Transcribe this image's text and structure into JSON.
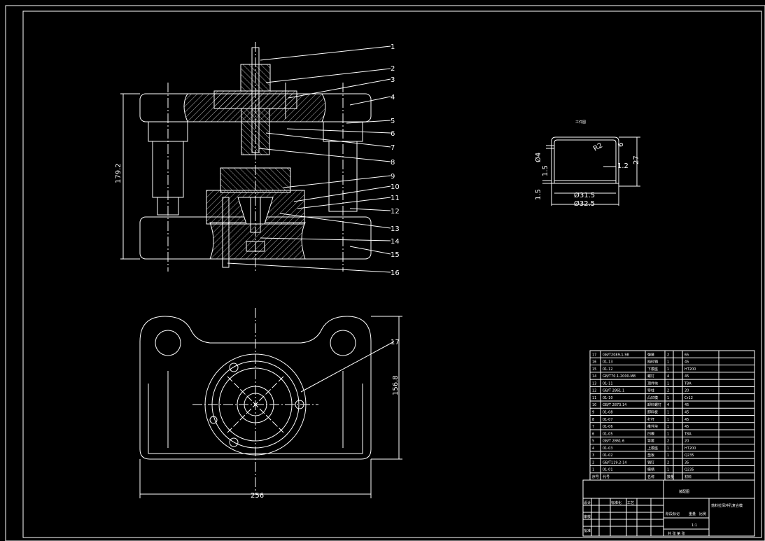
{
  "drawing": {
    "part_leaders": [
      "1",
      "2",
      "3",
      "4",
      "5",
      "6",
      "7",
      "8",
      "9",
      "10",
      "11",
      "12",
      "13",
      "14",
      "15",
      "16",
      "17"
    ],
    "dimensions": {
      "height_front": "179.2",
      "height_plan": "156.8",
      "width_plan": "256",
      "dia_inner": "Ø31.5",
      "dia_outer": "Ø32.5",
      "height_part": "27",
      "radius": "R2",
      "thick_1": "1.5",
      "thick_2": "1.5",
      "dim_6": "6",
      "dim_12": "1.2",
      "dim_4": "Ø4"
    },
    "part_view_label": "工件图"
  },
  "bom": {
    "rows": [
      {
        "no": "17",
        "code": "GB/T2089.1-98",
        "name": "弹簧",
        "qty": "2",
        "mat": "65"
      },
      {
        "no": "16",
        "code": "01-13",
        "name": "挡料销",
        "qty": "1",
        "mat": "45"
      },
      {
        "no": "15",
        "code": "01-12",
        "name": "下模座",
        "qty": "1",
        "mat": "HT200"
      },
      {
        "no": "14",
        "code": "GB/T70.1-2000-M8",
        "name": "螺钉",
        "qty": "4",
        "mat": "45"
      },
      {
        "no": "13",
        "code": "01-11",
        "name": "顶件块",
        "qty": "1",
        "mat": "T8A"
      },
      {
        "no": "12",
        "code": "GB/T 2861.1",
        "name": "导柱",
        "qty": "2",
        "mat": "20"
      },
      {
        "no": "11",
        "code": "01-10",
        "name": "凸凹模",
        "qty": "1",
        "mat": "Cr12"
      },
      {
        "no": "10",
        "code": "GB/T 2873.14",
        "name": "卸料螺钉",
        "qty": "4",
        "mat": "45"
      },
      {
        "no": "9",
        "code": "01-08",
        "name": "卸料板",
        "qty": "1",
        "mat": "45"
      },
      {
        "no": "8",
        "code": "01-07",
        "name": "打杆",
        "qty": "1",
        "mat": "45"
      },
      {
        "no": "7",
        "code": "01-06",
        "name": "推件块",
        "qty": "1",
        "mat": "45"
      },
      {
        "no": "6",
        "code": "01-05",
        "name": "凹模",
        "qty": "1",
        "mat": "T8A"
      },
      {
        "no": "5",
        "code": "GB/T 2861.6",
        "name": "导套",
        "qty": "2",
        "mat": "20"
      },
      {
        "no": "4",
        "code": "01-03",
        "name": "上模座",
        "qty": "1",
        "mat": "HT200"
      },
      {
        "no": "3",
        "code": "01-02",
        "name": "垫板",
        "qty": "1",
        "mat": "Q235"
      },
      {
        "no": "2",
        "code": "GB/T119.2-14",
        "name": "销钉",
        "qty": "2",
        "mat": "35"
      },
      {
        "no": "1",
        "code": "01-01",
        "name": "模柄",
        "qty": "1",
        "mat": "Q235"
      }
    ],
    "header": {
      "no": "序号",
      "code": "代号",
      "name": "名称",
      "qty": "数量",
      "mat": "材料"
    },
    "title_block": {
      "company": "装配图",
      "drawing_name": "落料拉深冲孔复合模",
      "scale": "1:1",
      "sheet": "共 张 第 张",
      "designer_label": "设计",
      "checker_label": "审核",
      "approve_label": "批准",
      "process_label": "工艺",
      "std_label": "标准化",
      "weight_label": "重量",
      "ratio_label": "比例",
      "stage_label": "阶段标记"
    }
  }
}
